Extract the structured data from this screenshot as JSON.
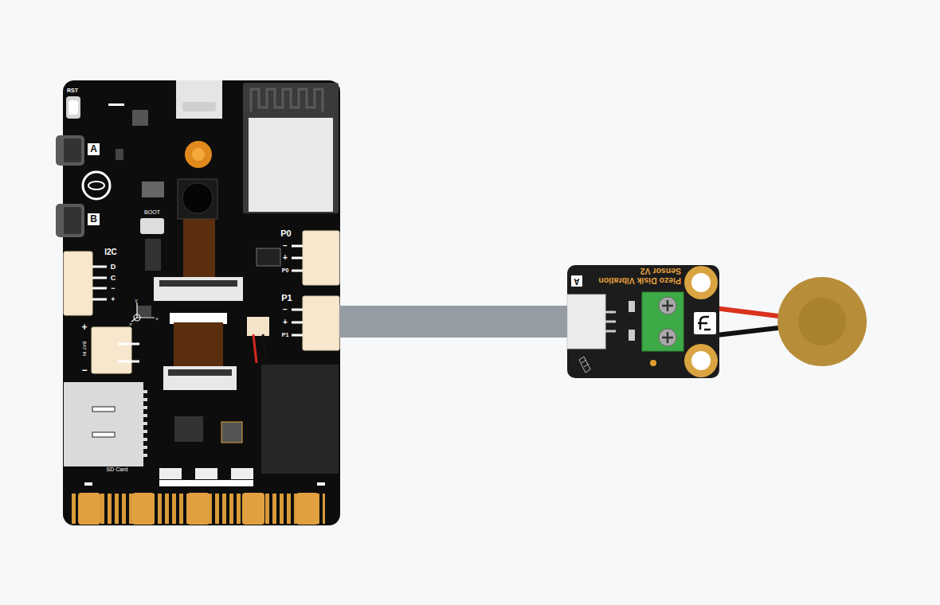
{
  "diagram": {
    "nodes": [
      {
        "text": [
          "RST",
          "A",
          "B",
          "BOOT",
          "SD Card"
        ]
      },
      {
        "text": [
          "P0",
          "−",
          "+",
          "P0"
        ],
        "in": 0
      },
      {
        "text": [
          "I2C",
          "D",
          "C",
          "−",
          "+"
        ],
        "in": 0
      },
      {
        "text": [
          "P1",
          "−",
          "+",
          "P1"
        ],
        "in": 0
      },
      {
        "text": [
          "+",
          "BAT IN",
          "−"
        ],
        "in": 0
      },
      {
        "text": [
          "A",
          "Piezo Disik Vibration Sensor V2"
        ]
      }
    ],
    "edges": [
      {
        "from": 3,
        "to": 5,
        "arrow": "none"
      }
    ],
    "labels": [
      "y",
      "x",
      "z"
    ]
  }
}
